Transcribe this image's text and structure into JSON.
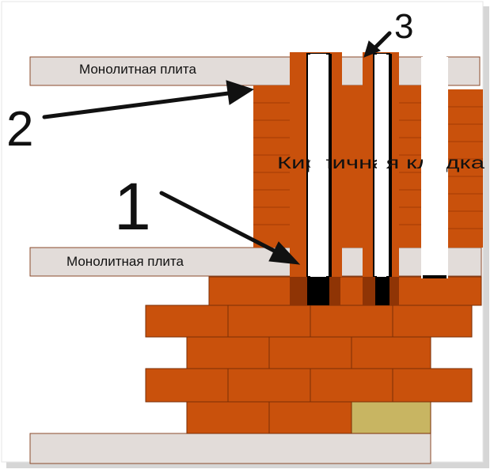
{
  "slabs": {
    "upper_label": "Монолитная плита",
    "lower_label": "Монолитная плита"
  },
  "wall_label": "Кирпичная кладка",
  "callouts": {
    "one": "1",
    "two": "2",
    "three": "3"
  },
  "colors": {
    "brick": "#c9510c",
    "brick_edge": "#a23c05",
    "mortar": "#7a2e06",
    "slab": "#e2dcd9",
    "slab_edge": "#8b4a2a",
    "sand_brick": "#c8b562",
    "pipe_fill": "#ffffff",
    "pipe_bottom": "#000000",
    "arrow": "#111111"
  }
}
